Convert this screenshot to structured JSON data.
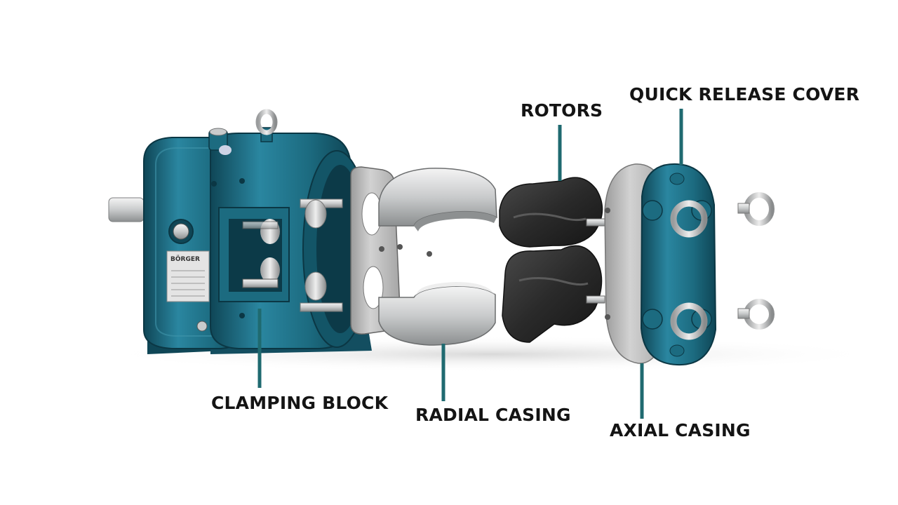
{
  "diagram": {
    "labels": {
      "quick_release_cover": "QUICK RELEASE COVER",
      "rotors": "ROTORS",
      "clamping_block": "CLAMPING BLOCK",
      "radial_casing": "RADIAL CASING",
      "axial_casing": "AXIAL CASING"
    },
    "nameplate_brand": "BÖRGER",
    "colors": {
      "pump_body": "#1c6b80",
      "pump_shadow": "#0f4656",
      "pump_highlight": "#3f95aa",
      "leader_line": "#1f6a70",
      "rotor": "#2a2a2a",
      "steel": "#c9cbcc",
      "axial_plate": "#bdbdbd",
      "label_text": "#141414"
    }
  }
}
